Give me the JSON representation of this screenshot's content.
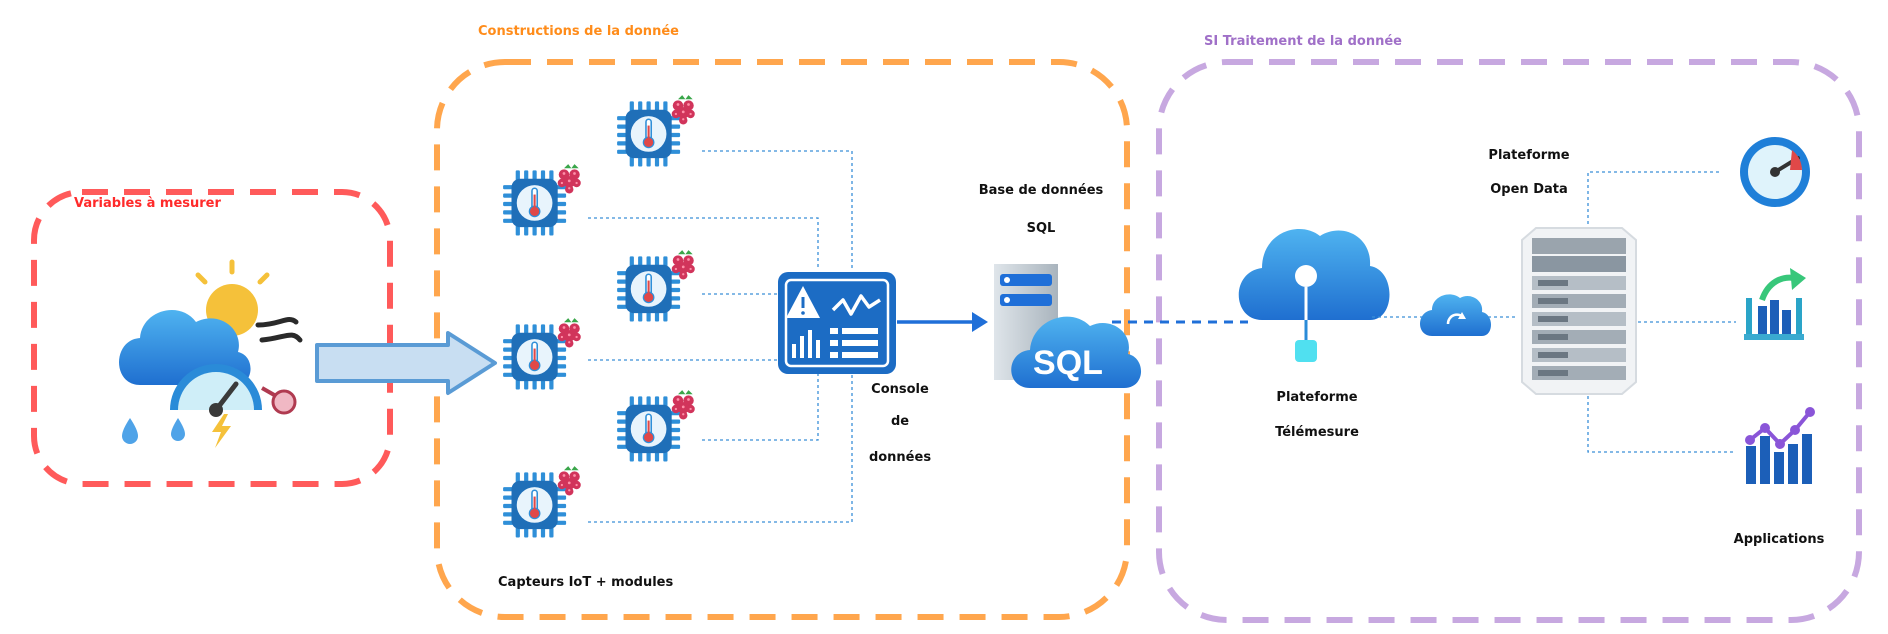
{
  "groups": {
    "variables": {
      "title": "Variables à mesurer",
      "color": "#ff2a2a"
    },
    "constructions": {
      "title": "Constructions de la donnée",
      "color": "#ff8c1a"
    },
    "si": {
      "title": "SI Traitement de la donnée",
      "color": "#a070c8"
    }
  },
  "labels": {
    "capteurs": "Capteurs IoT + modules",
    "console_1": "Console",
    "console_2": "de",
    "console_3": "données",
    "bdd_1": "Base de données",
    "bdd_2": "SQL",
    "telemesure_1": "Plateforme",
    "telemesure_2": "Télémesure",
    "opendata_1": "Plateforme",
    "opendata_2": "Open Data",
    "applications": "Applications",
    "sql_badge": "SQL"
  },
  "colors": {
    "azure_blue": "#1f7fd8",
    "azure_light": "#4fb3f0",
    "chip_blue": "#2f8fd8",
    "raspberry": "#d1345b",
    "connector": "#3a8fd8"
  },
  "icons": {
    "weather": "weather-icon",
    "sensor": "iot-sensor-icon",
    "console": "monitoring-console-icon",
    "database": "sql-database-icon",
    "telemetry": "iot-cloud-icon",
    "sync": "cloud-sync-icon",
    "server": "server-rack-icon",
    "dashboard": "gauge-icon",
    "analytics": "bar-chart-icon",
    "trends": "line-chart-icon"
  }
}
